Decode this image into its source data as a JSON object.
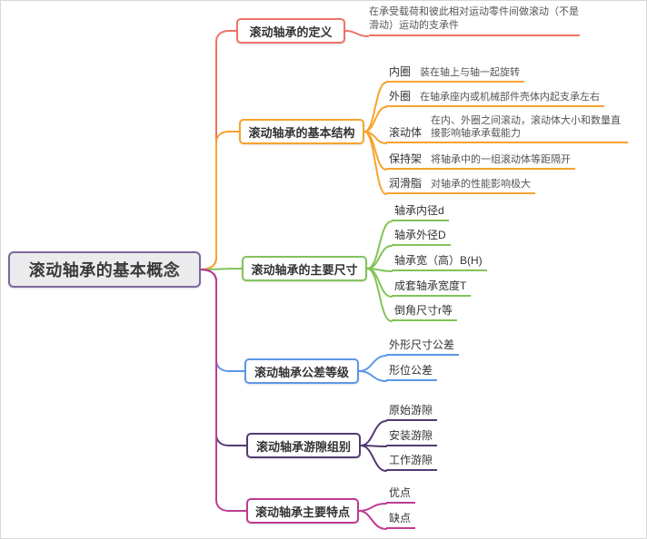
{
  "root": {
    "label": "滚动轴承的基本概念",
    "color": "#7d66a0"
  },
  "branches": [
    {
      "label": "滚动轴承的定义",
      "color": "#ee7364",
      "children": [
        {
          "label": "在承受载荷和彼此相对运动零件间做滚动（不是滑动）运动的支承件"
        }
      ]
    },
    {
      "label": "滚动轴承的基本结构",
      "color": "#f7a32f",
      "children": [
        {
          "label": "内圈",
          "desc": "装在轴上与轴一起旋转"
        },
        {
          "label": "外圈",
          "desc": "在轴承座内或机械部件壳体内起支承左右"
        },
        {
          "label": "滚动体",
          "desc": "在内、外圈之间滚动，滚动体大小和数量直接影响轴承承载能力"
        },
        {
          "label": "保持架",
          "desc": "将轴承中的一组滚动体等距隔开"
        },
        {
          "label": "润滑脂",
          "desc": "对轴承的性能影响极大"
        }
      ]
    },
    {
      "label": "滚动轴承的主要尺寸",
      "color": "#82c358",
      "children": [
        {
          "label": "轴承内径d"
        },
        {
          "label": "轴承外径D"
        },
        {
          "label": "轴承宽（高）B(H)"
        },
        {
          "label": "成套轴承宽度T"
        },
        {
          "label": "倒角尺寸r等"
        }
      ]
    },
    {
      "label": "滚动轴承公差等级",
      "color": "#5b96e8",
      "children": [
        {
          "label": "外形尺寸公差"
        },
        {
          "label": "形位公差"
        }
      ]
    },
    {
      "label": "滚动轴承游隙组别",
      "color": "#533a73",
      "children": [
        {
          "label": "原始游隙"
        },
        {
          "label": "安装游隙"
        },
        {
          "label": "工作游隙"
        }
      ]
    },
    {
      "label": "滚动轴承主要特点",
      "color": "#bf3b94",
      "children": [
        {
          "label": "优点"
        },
        {
          "label": "缺点"
        }
      ]
    }
  ]
}
